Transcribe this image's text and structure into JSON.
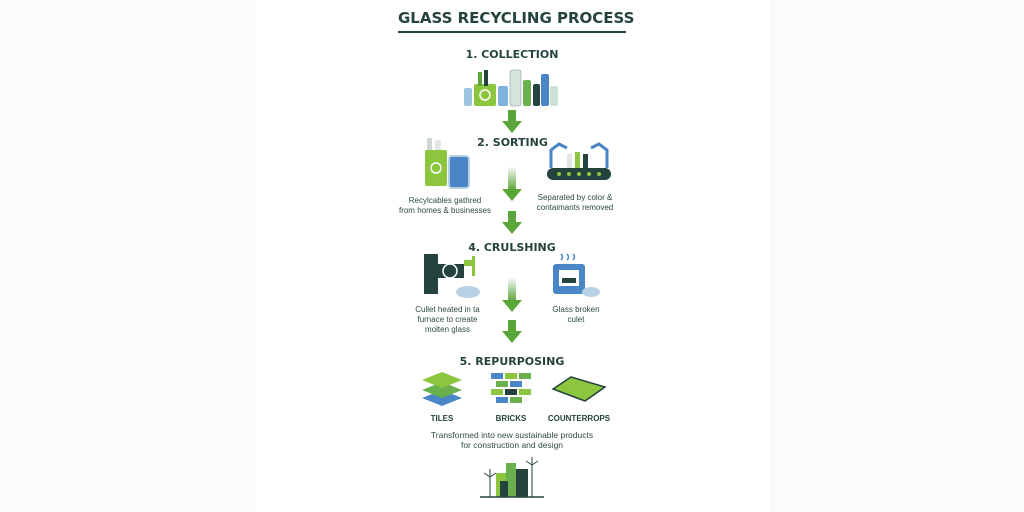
{
  "title": "GLASS RECYCLING PROCESS",
  "colors": {
    "dark": "#24433f",
    "green": "#5aa63a",
    "lightgreen": "#8cc63f",
    "blue": "#4a86c5"
  },
  "steps": {
    "collection": {
      "heading": "1. COLLECTION",
      "icon": "bottles-and-recycling-bin-icon"
    },
    "sorting": {
      "heading": "2. SORTING",
      "left_caption_1": "Recylcables gathred",
      "left_caption_2": "from homes & businesses",
      "right_caption_1": "Separated by color &",
      "right_caption_2": "contaimants removed"
    },
    "crushing": {
      "heading": "4. CRULSHING",
      "left_caption_1": "Cullet heated in ta",
      "left_caption_2": "furnace to create",
      "left_caption_3": "molten glass",
      "right_caption_1": "Glass broken",
      "right_caption_2": "culet"
    },
    "repurposing": {
      "heading": "5. REPURPOSING",
      "products": [
        "TILES",
        "BRICKS",
        "COUNTERROPS"
      ],
      "description_1": "Transformed into new sustainable products",
      "description_2": "for construction and design"
    }
  }
}
